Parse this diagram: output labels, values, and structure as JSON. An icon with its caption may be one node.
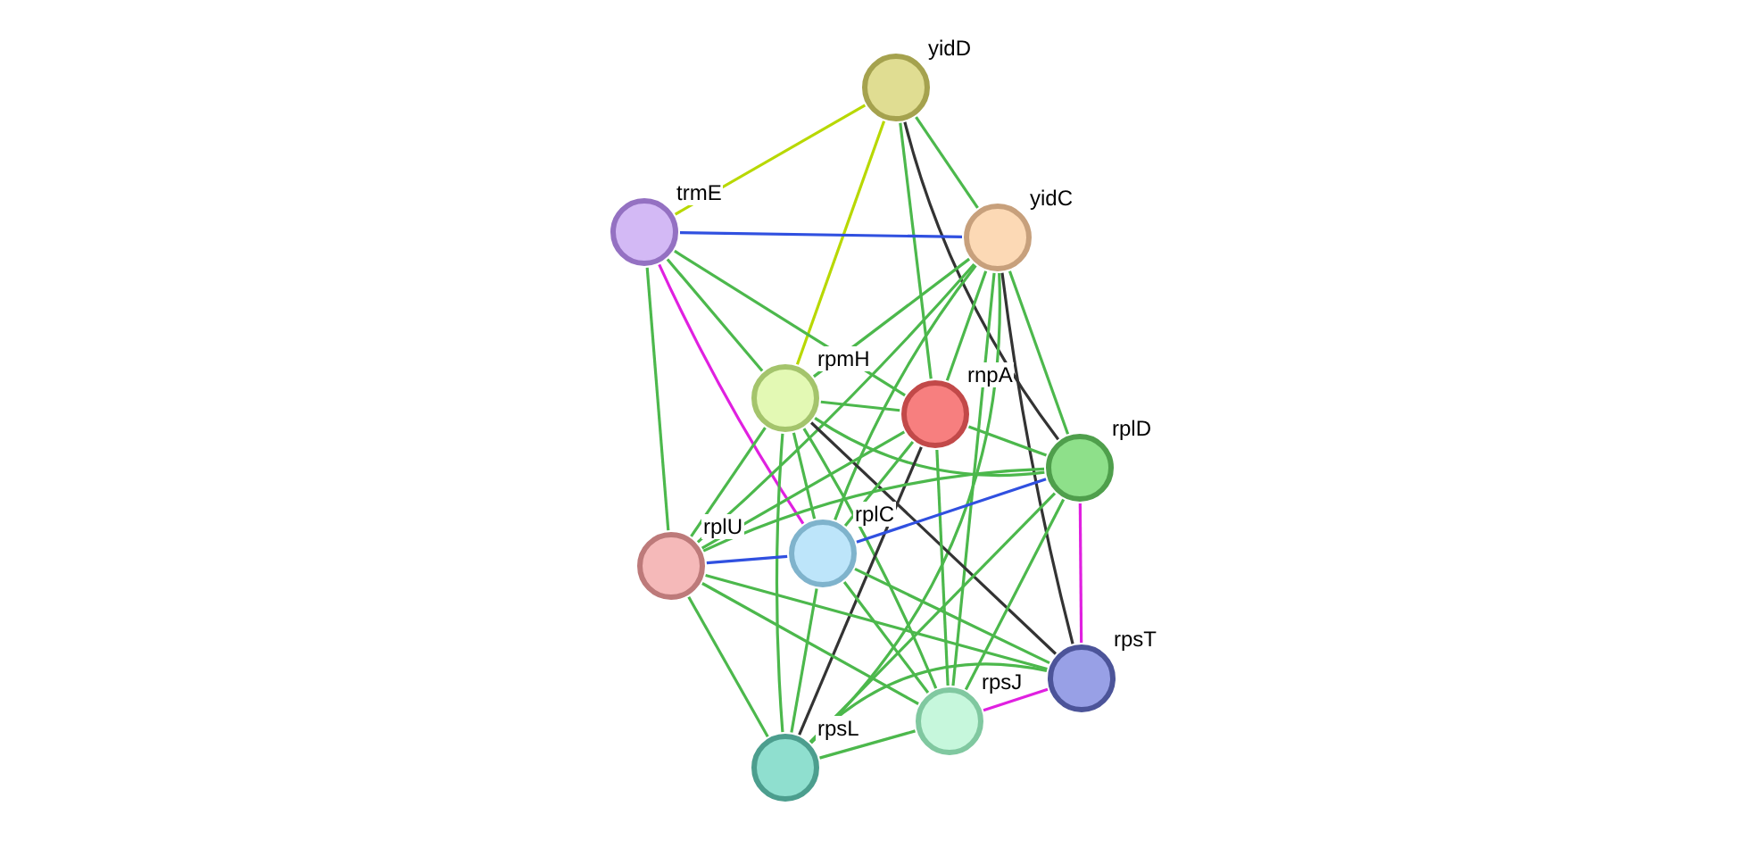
{
  "diagram": {
    "nodes": [
      {
        "text": [
          "yidD"
        ]
      },
      {
        "text": [
          "trmE"
        ]
      },
      {
        "text": [
          "yidC"
        ]
      },
      {
        "text": [
          "rpmH"
        ]
      },
      {
        "text": [
          "rnpA"
        ]
      },
      {
        "text": [
          "rplD"
        ]
      },
      {
        "text": [
          "rplU"
        ]
      },
      {
        "text": [
          "rplC"
        ]
      },
      {
        "text": [
          "rpsT"
        ]
      },
      {
        "text": [
          "rpsJ"
        ]
      },
      {
        "text": [
          "rpsL"
        ]
      }
    ],
    "edges": [
      {
        "from": 0,
        "to": 1,
        "arrow": "none",
        "color": "#b8d800"
      },
      {
        "from": 0,
        "to": 2,
        "arrow": "none"
      },
      {
        "from": 0,
        "to": 3,
        "arrow": "none",
        "color": "#b8d800"
      },
      {
        "from": 0,
        "to": 4,
        "arrow": "none"
      },
      {
        "from": 0,
        "to": 5,
        "arrow": "none",
        "color": "#333333"
      },
      {
        "from": 1,
        "to": 2,
        "arrow": "none",
        "color": "#3050e0"
      },
      {
        "from": 1,
        "to": 3,
        "arrow": "none"
      },
      {
        "from": 1,
        "to": 4,
        "arrow": "none"
      },
      {
        "from": 1,
        "to": 6,
        "arrow": "none"
      },
      {
        "from": 1,
        "to": 7,
        "arrow": "none",
        "color": "#e020e0"
      },
      {
        "from": 2,
        "to": 3,
        "arrow": "none"
      },
      {
        "from": 2,
        "to": 4,
        "arrow": "none"
      },
      {
        "from": 2,
        "to": 5,
        "arrow": "none"
      },
      {
        "from": 2,
        "to": 6,
        "arrow": "none"
      },
      {
        "from": 2,
        "to": 7,
        "arrow": "none"
      },
      {
        "from": 2,
        "to": 8,
        "arrow": "none",
        "color": "#333333"
      },
      {
        "from": 2,
        "to": 9,
        "arrow": "none"
      },
      {
        "from": 2,
        "to": 10,
        "arrow": "none"
      },
      {
        "from": 3,
        "to": 4,
        "arrow": "none"
      },
      {
        "from": 3,
        "to": 5,
        "arrow": "none"
      },
      {
        "from": 3,
        "to": 6,
        "arrow": "none"
      },
      {
        "from": 3,
        "to": 7,
        "arrow": "none"
      },
      {
        "from": 3,
        "to": 8,
        "arrow": "none",
        "color": "#333333"
      },
      {
        "from": 3,
        "to": 9,
        "arrow": "none"
      },
      {
        "from": 3,
        "to": 10,
        "arrow": "none"
      },
      {
        "from": 4,
        "to": 5,
        "arrow": "none"
      },
      {
        "from": 4,
        "to": 6,
        "arrow": "none"
      },
      {
        "from": 4,
        "to": 7,
        "arrow": "none"
      },
      {
        "from": 4,
        "to": 9,
        "arrow": "none"
      },
      {
        "from": 4,
        "to": 10,
        "arrow": "none",
        "color": "#333333"
      },
      {
        "from": 5,
        "to": 6,
        "arrow": "none"
      },
      {
        "from": 5,
        "to": 7,
        "arrow": "none",
        "color": "#3050e0"
      },
      {
        "from": 5,
        "to": 8,
        "arrow": "none",
        "color": "#e020e0"
      },
      {
        "from": 5,
        "to": 9,
        "arrow": "none"
      },
      {
        "from": 5,
        "to": 10,
        "arrow": "none"
      },
      {
        "from": 6,
        "to": 7,
        "arrow": "none",
        "color": "#3050e0"
      },
      {
        "from": 6,
        "to": 8,
        "arrow": "none"
      },
      {
        "from": 6,
        "to": 9,
        "arrow": "none"
      },
      {
        "from": 6,
        "to": 10,
        "arrow": "none"
      },
      {
        "from": 7,
        "to": 8,
        "arrow": "none"
      },
      {
        "from": 7,
        "to": 9,
        "arrow": "none"
      },
      {
        "from": 7,
        "to": 10,
        "arrow": "none"
      },
      {
        "from": 8,
        "to": 9,
        "arrow": "none",
        "color": "#e020e0"
      },
      {
        "from": 8,
        "to": 10,
        "arrow": "none"
      },
      {
        "from": 9,
        "to": 10,
        "arrow": "none"
      }
    ]
  }
}
